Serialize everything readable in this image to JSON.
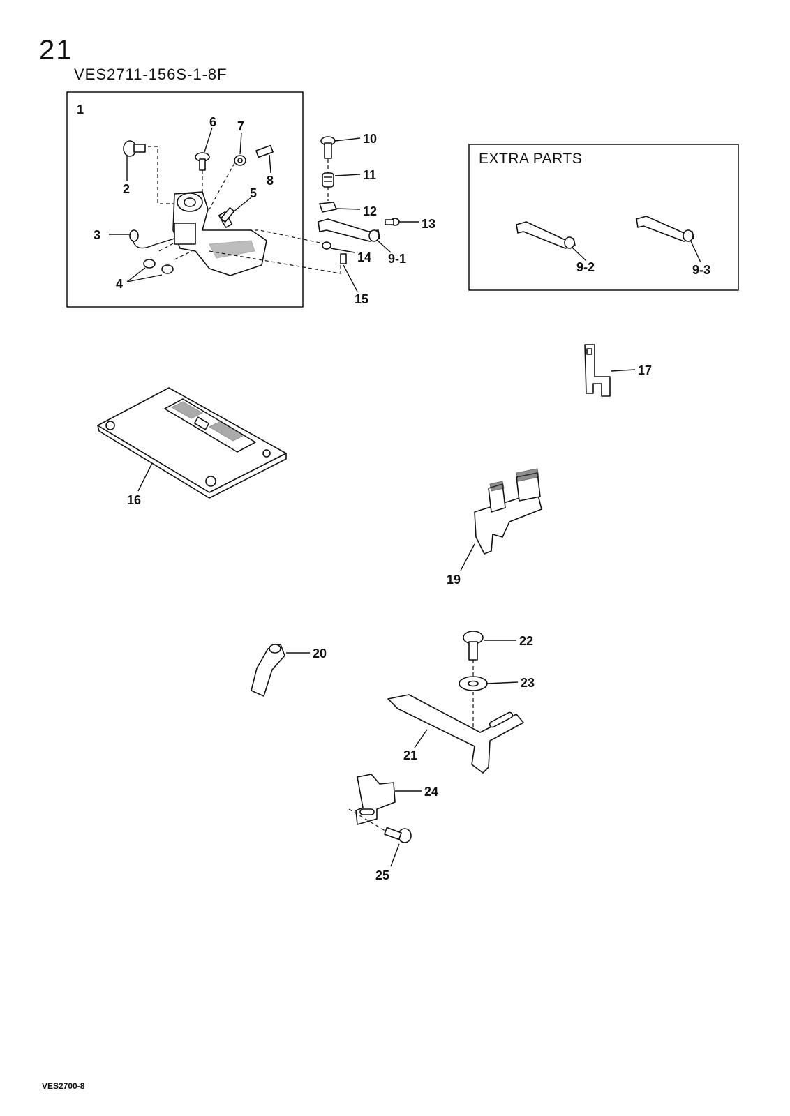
{
  "page": {
    "number": "21",
    "model": "VES2711-156S-1-8F",
    "footer_code": "VES2700-8"
  },
  "extra_box": {
    "title": "EXTRA PARTS"
  },
  "labels": {
    "l1": "1",
    "l2": "2",
    "l3": "3",
    "l4": "4",
    "l5": "5",
    "l6": "6",
    "l7": "7",
    "l8": "8",
    "l9_1": "9-1",
    "l9_2": "9-2",
    "l9_3": "9-3",
    "l10": "10",
    "l11": "11",
    "l12": "12",
    "l13": "13",
    "l14": "14",
    "l15": "15",
    "l16": "16",
    "l17": "17",
    "l19": "19",
    "l20": "20",
    "l21": "21",
    "l22": "22",
    "l23": "23",
    "l24": "24",
    "l25": "25"
  }
}
